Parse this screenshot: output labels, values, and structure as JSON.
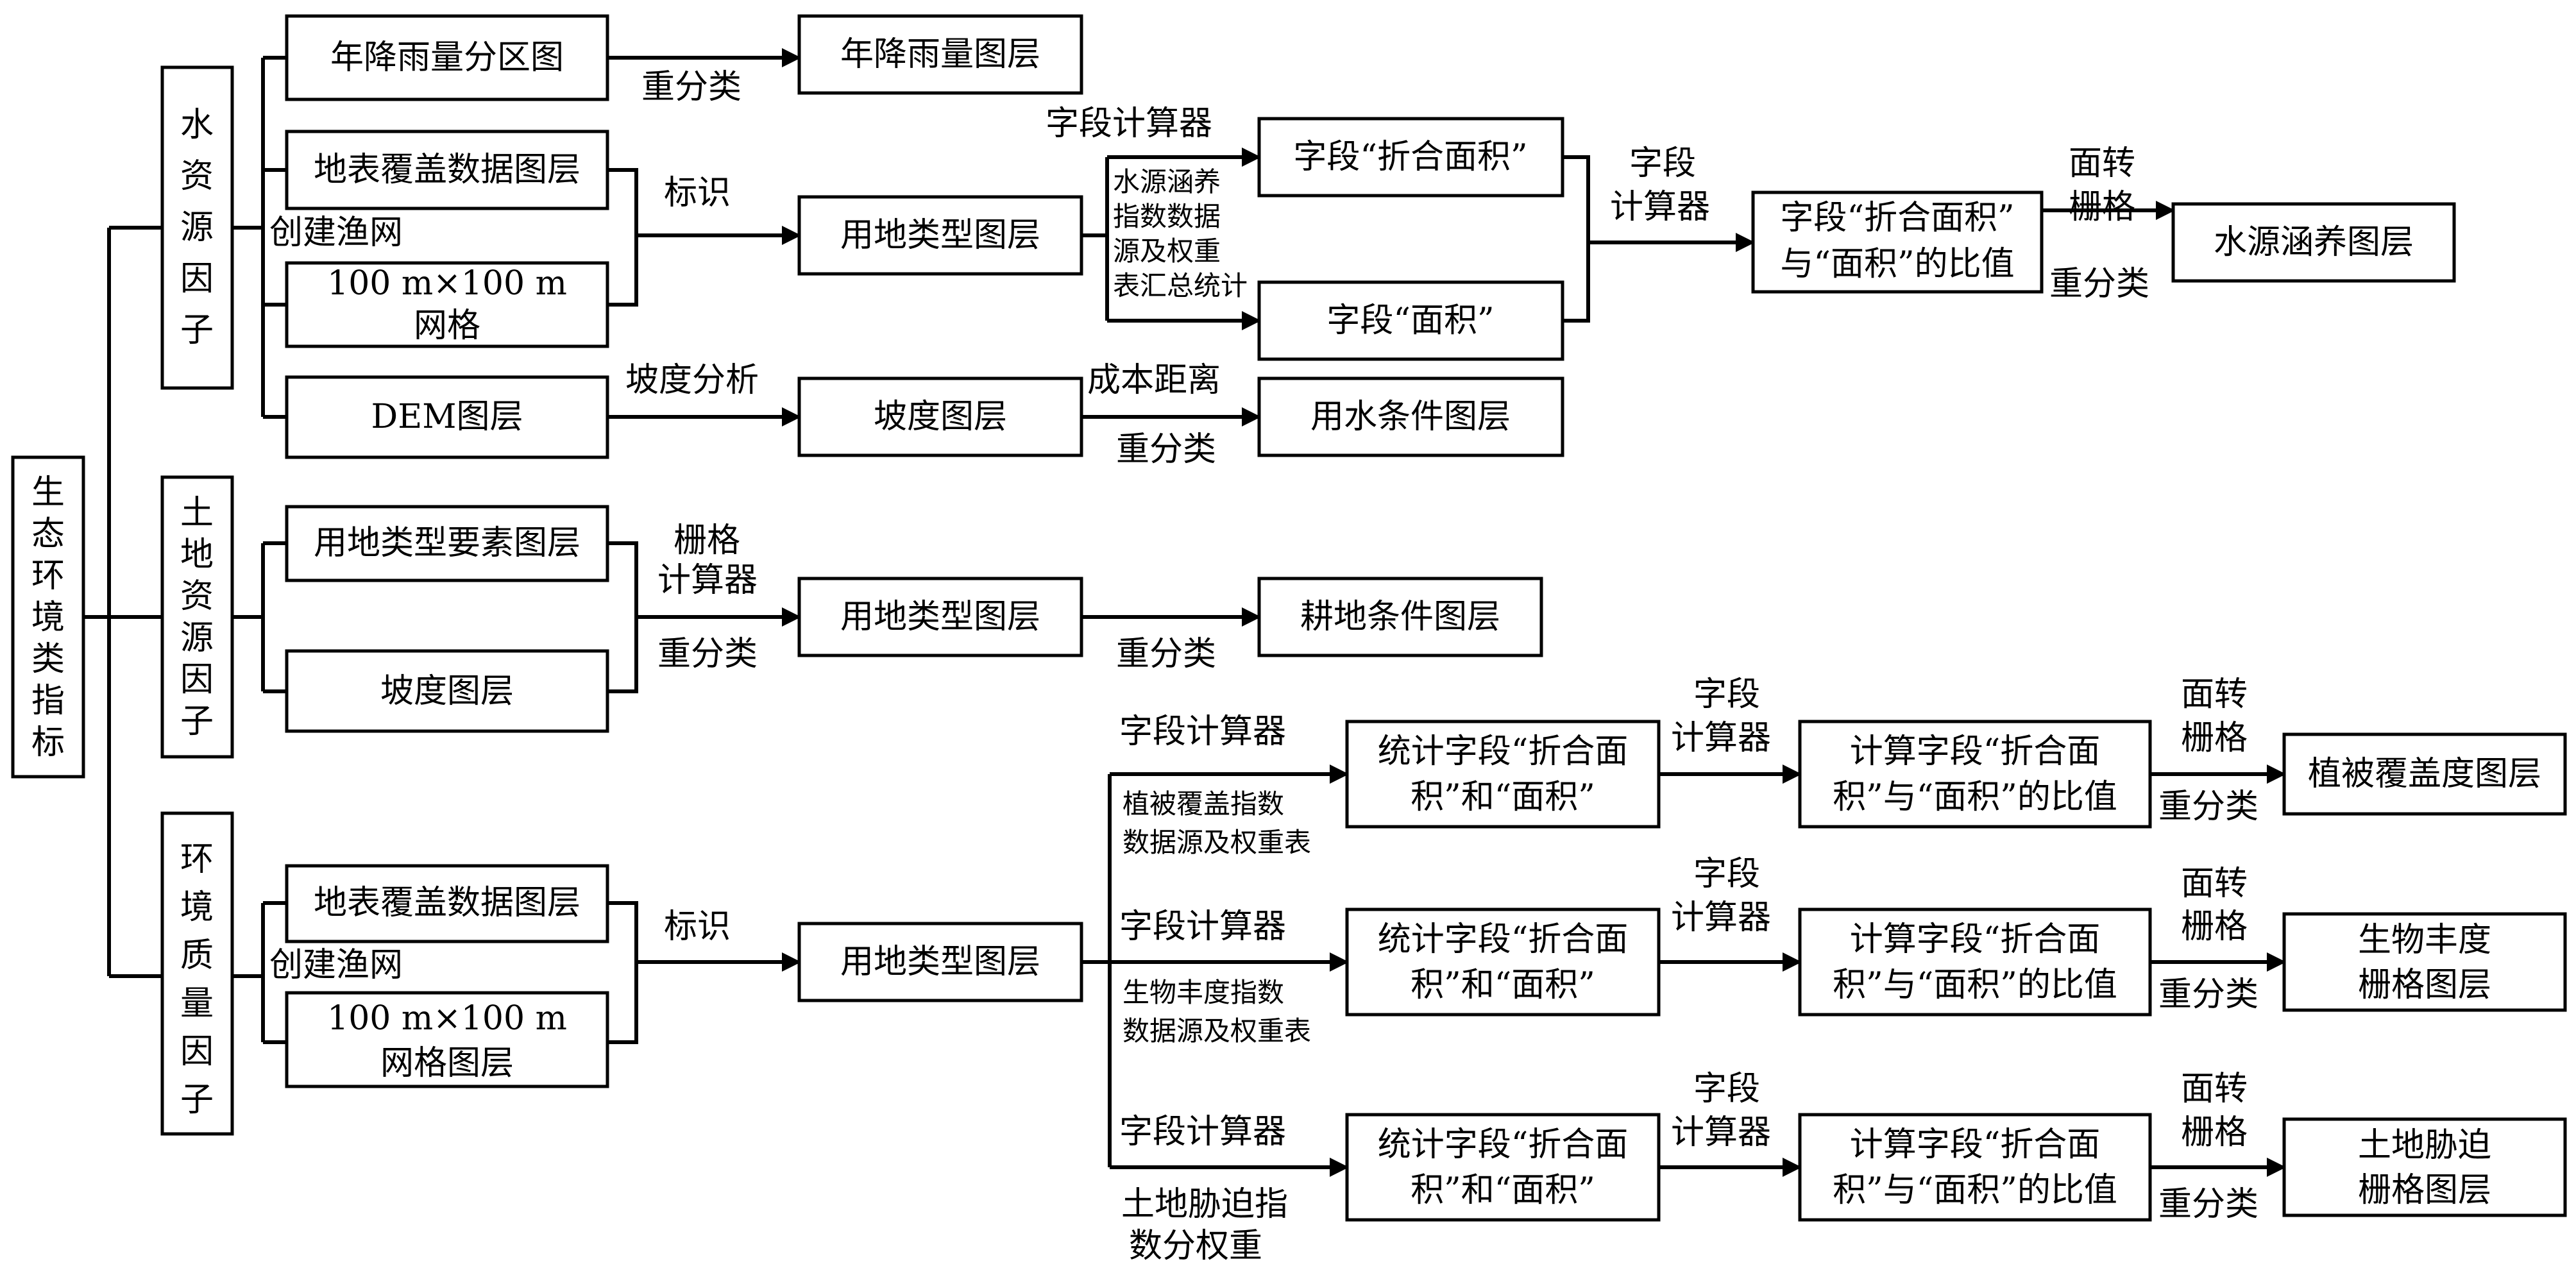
{
  "diagram": {
    "nodes": {
      "root": [
        "生",
        "态",
        "环",
        "境",
        "类",
        "指",
        "标"
      ],
      "water_factor": [
        "水",
        "资",
        "源",
        "因",
        "子"
      ],
      "land_factor": [
        "土",
        "地",
        "资",
        "源",
        "因",
        "子"
      ],
      "env_factor": [
        "环",
        "境",
        "质",
        "量",
        "因",
        "子"
      ],
      "annual_rain_zone": "年降雨量分区图",
      "annual_rain_layer": "年降雨量图层",
      "surface_cover_1": "地表覆盖数据图层",
      "grid_1": [
        "100 m×100 m",
        "网格"
      ],
      "landuse_1": "用地类型图层",
      "field_zhehe_1": "字段“折合面积”",
      "field_area_1": "字段“面积”",
      "ratio_1": [
        "字段“折合面积”",
        "与“面积”的比值"
      ],
      "water_source_layer": "水源涵养图层",
      "dem_layer": "DEM图层",
      "slope_layer_1": "坡度图层",
      "water_use_layer": "用水条件图层",
      "landuse_feature_layer": "用地类型要素图层",
      "slope_layer_2": "坡度图层",
      "landuse_2": "用地类型图层",
      "farmland_layer": "耕地条件图层",
      "surface_cover_2": "地表覆盖数据图层",
      "grid_2": [
        "100 m×100 m",
        "网格图层"
      ],
      "landuse_3": "用地类型图层",
      "stat_1": [
        "统计字段“折合面",
        "积”和“面积”"
      ],
      "stat_2": [
        "统计字段“折合面",
        "积”和“面积”"
      ],
      "stat_3": [
        "统计字段“折合面",
        "积”和“面积”"
      ],
      "calc_1": [
        "计算字段“折合面",
        "积”与“面积”的比值"
      ],
      "calc_2": [
        "计算字段“折合面",
        "积”与“面积”的比值"
      ],
      "calc_3": [
        "计算字段“折合面",
        "积”与“面积”的比值"
      ],
      "veg_cover_layer": "植被覆盖度图层",
      "bio_layer": [
        "生物丰度",
        "栅格图层"
      ],
      "land_stress_layer": [
        "土地胁迫",
        "栅格图层"
      ]
    },
    "labels": {
      "reclass_1": "重分类",
      "create_fishnet_1": "创建渔网",
      "identify_1": "标识",
      "field_calc_1": "字段计算器",
      "water_weight_table": [
        "水源涵养",
        "指数数据",
        "源及权重",
        "表汇总统计"
      ],
      "field_calc_2": [
        "字段",
        "计算器"
      ],
      "poly_to_raster_1": [
        "面转",
        "栅格"
      ],
      "reclass_2": "重分类",
      "slope_analysis": "坡度分析",
      "cost_distance": "成本距离",
      "reclass_3": "重分类",
      "raster_calc": [
        "栅格",
        "计算器"
      ],
      "reclass_4": "重分类",
      "reclass_5": "重分类",
      "create_fishnet_2": "创建渔网",
      "identify_2": "标识",
      "field_calc_veg": "字段计算器",
      "veg_weight_table": [
        "植被覆盖指数",
        "数据源及权重表"
      ],
      "field_calc_bio": "字段计算器",
      "bio_weight_table": [
        "生物丰度指数",
        "数据源及权重表"
      ],
      "field_calc_stress": "字段计算器",
      "stress_weight": [
        "土地胁迫指",
        "数分权重"
      ],
      "field_calc_b1": [
        "字段",
        "计算器"
      ],
      "field_calc_b2": [
        "字段",
        "计算器"
      ],
      "field_calc_b3": [
        "字段",
        "计算器"
      ],
      "poly_to_raster_b1": [
        "面转",
        "栅格"
      ],
      "poly_to_raster_b2": [
        "面转",
        "栅格"
      ],
      "poly_to_raster_b3": [
        "面转",
        "栅格"
      ],
      "reclass_b1": "重分类",
      "reclass_b2": "重分类",
      "reclass_b3": "重分类"
    }
  }
}
